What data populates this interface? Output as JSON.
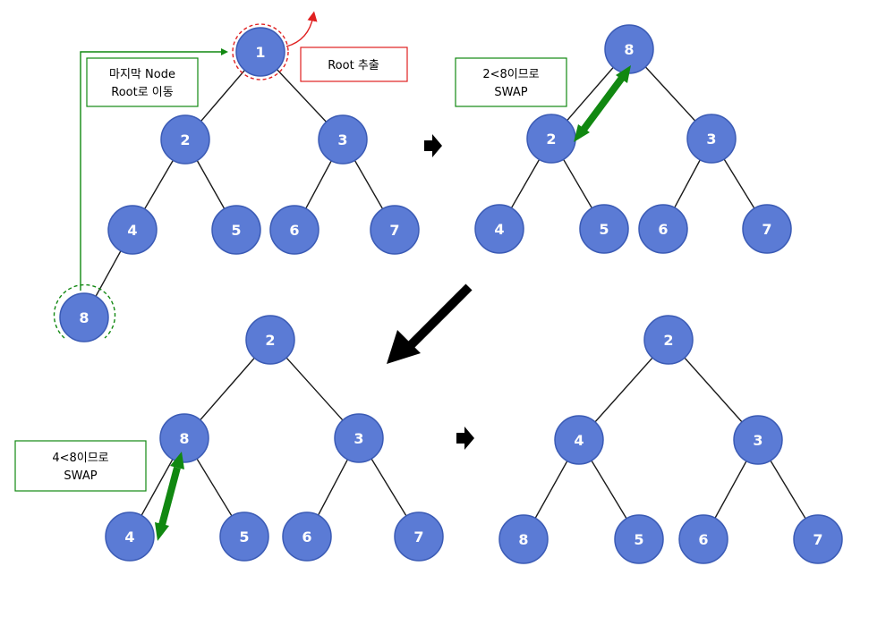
{
  "colors": {
    "node_fill": "#5b7bd5",
    "node_stroke": "#3b5bb5",
    "edge": "#1a1a1a",
    "green": "#118811",
    "red": "#e02020",
    "arrow": "#000000"
  },
  "step1": {
    "nodes": [
      "1",
      "2",
      "3",
      "4",
      "5",
      "6",
      "7",
      "8"
    ],
    "move_note_line1": "마지막 Node",
    "move_note_line2": "Root로 이동",
    "extract_note": "Root 추출"
  },
  "step2": {
    "nodes": [
      "8",
      "2",
      "3",
      "4",
      "5",
      "6",
      "7"
    ],
    "swap_note_line1": "2<8이므로",
    "swap_note_line2": "SWAP"
  },
  "step3": {
    "nodes": [
      "2",
      "8",
      "3",
      "4",
      "5",
      "6",
      "7"
    ],
    "swap_note_line1": "4<8이므로",
    "swap_note_line2": "SWAP"
  },
  "step4": {
    "nodes": [
      "2",
      "4",
      "3",
      "8",
      "5",
      "6",
      "7"
    ]
  },
  "icons": {
    "step_arrow": "right-arrow-icon",
    "down_arrow": "down-left-arrow-icon",
    "swap_arrow": "double-arrow-icon",
    "extract_arrow": "curved-arrow-icon"
  }
}
